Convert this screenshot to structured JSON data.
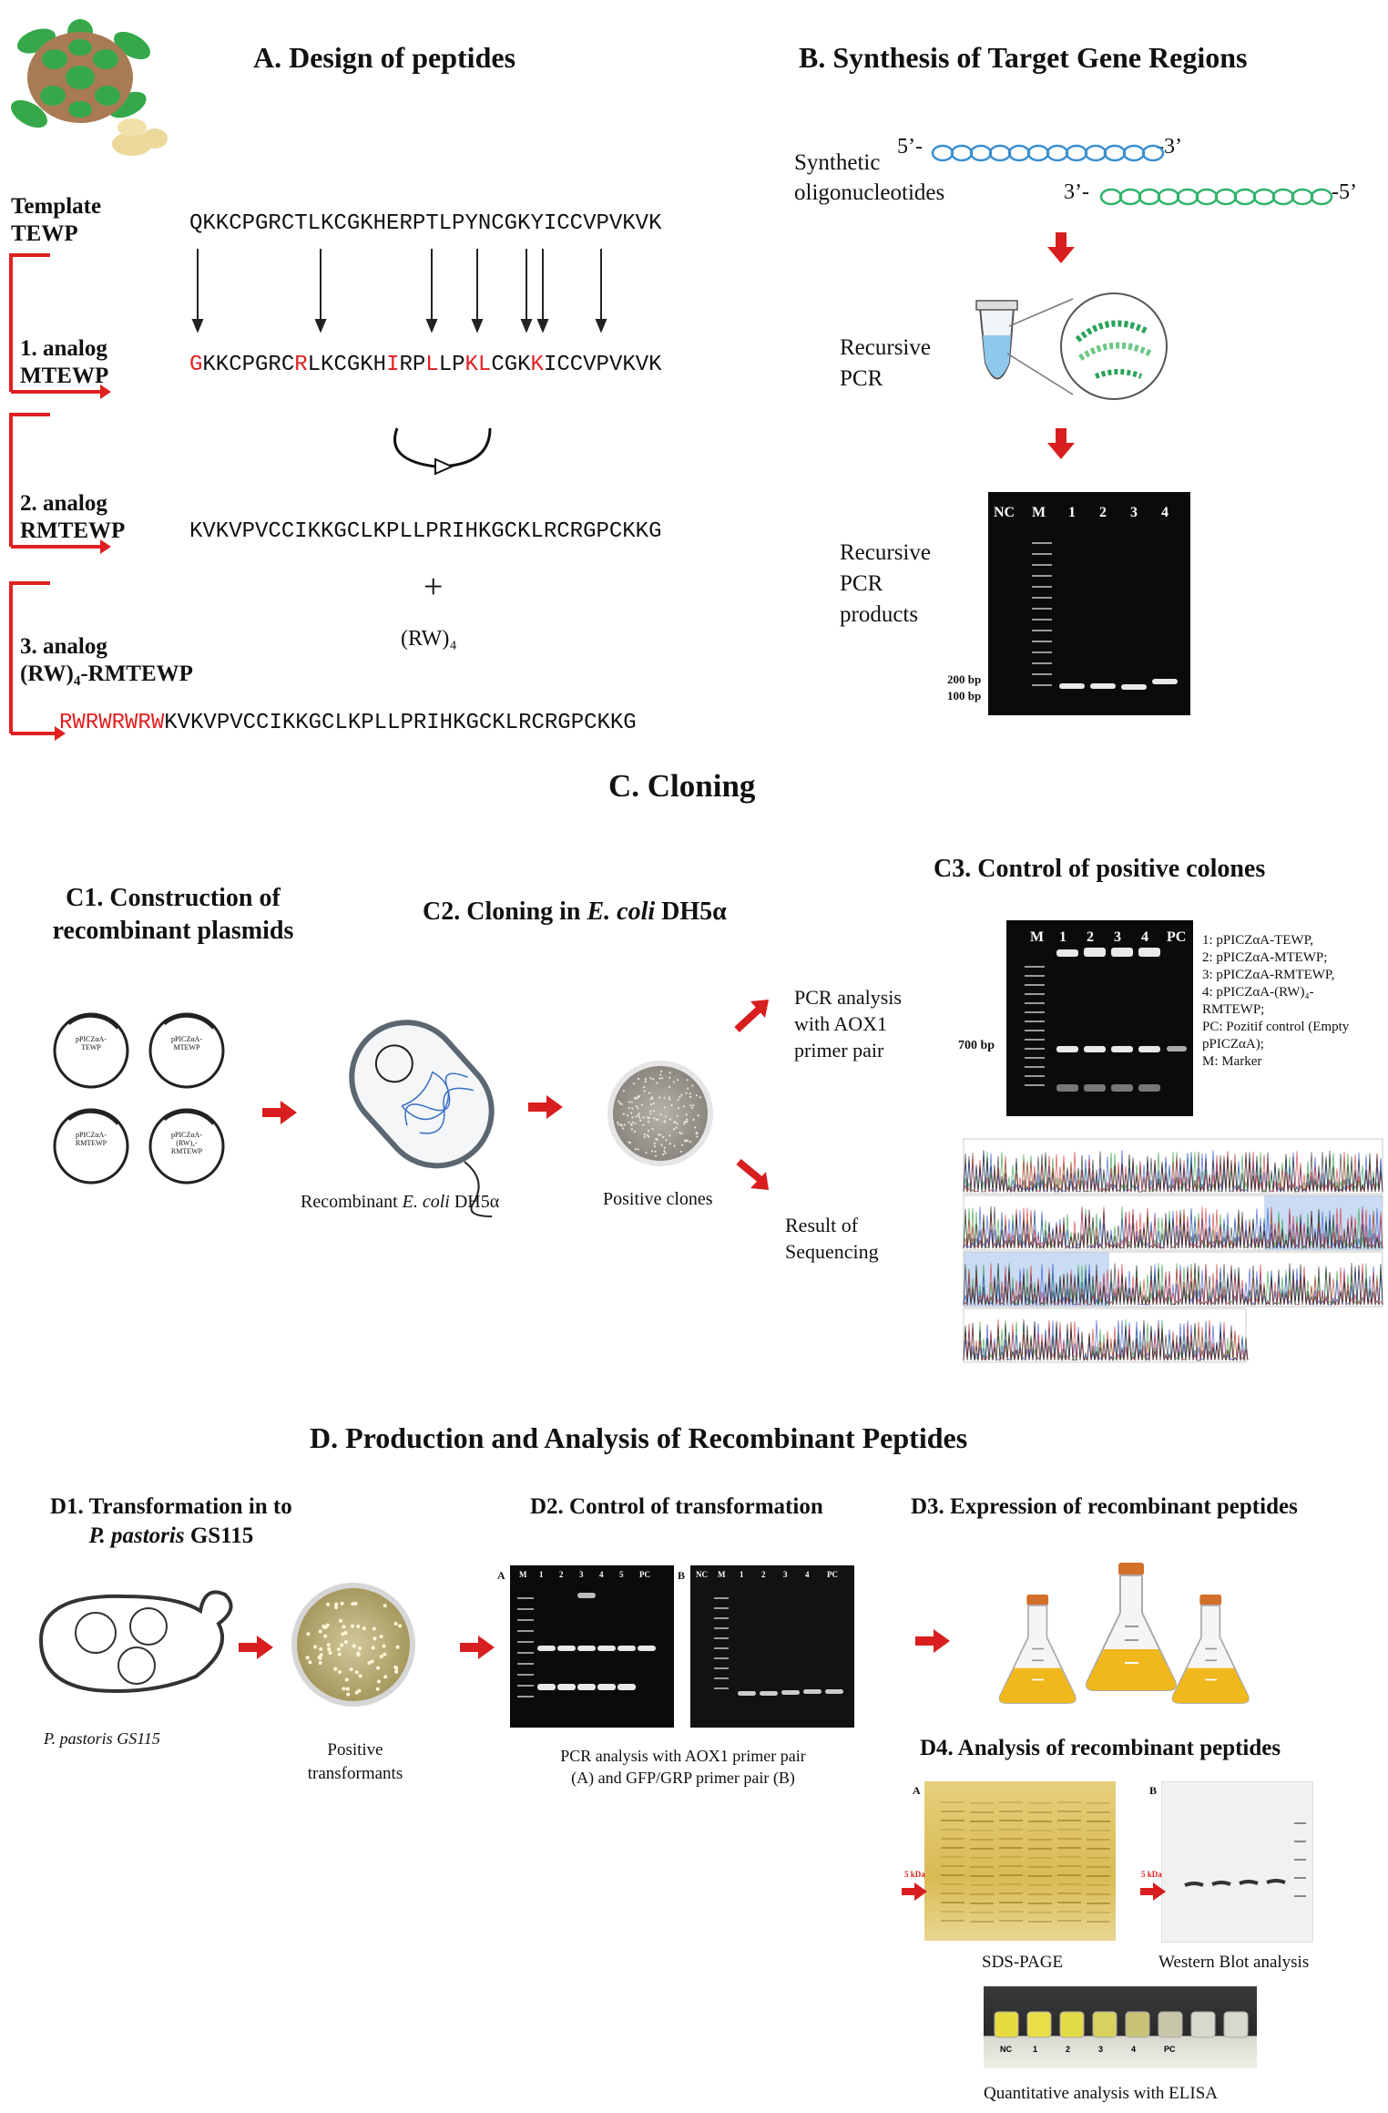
{
  "section_a": {
    "title": "A. Design of peptides",
    "rows": [
      {
        "label": "Template\nTEWP",
        "segments": [
          {
            "t": "QKKCPGRCTLKCGKHERPTLPYNCGKYICCVPVKVK",
            "r": false
          }
        ]
      },
      {
        "label": "1. analog\nMTEWP",
        "segments": [
          {
            "t": "G",
            "r": true
          },
          {
            "t": "KKCPGRC",
            "r": false
          },
          {
            "t": "R",
            "r": true
          },
          {
            "t": "LKCGKH",
            "r": false
          },
          {
            "t": "I",
            "r": true
          },
          {
            "t": "RP",
            "r": false
          },
          {
            "t": "L",
            "r": true
          },
          {
            "t": "LP",
            "r": false
          },
          {
            "t": "KL",
            "r": true
          },
          {
            "t": "CGK",
            "r": false
          },
          {
            "t": "K",
            "r": true
          },
          {
            "t": "ICCVPVKVK",
            "r": false
          }
        ]
      },
      {
        "label": "2. analog\nRMTEWP",
        "segments": [
          {
            "t": "KVKVPVCCIKKGCLKPLLPRIHKGCKLRCRGPCKKG",
            "r": false
          }
        ]
      },
      {
        "label": "3. analog\n(RW)₄-RMTEWP",
        "segments": [
          {
            "t": "RWRWRWRW",
            "r": true
          },
          {
            "t": "KVKVPVCCIKKGCLKPLLPRIHKGCKLRCRGPCKKG",
            "r": false
          }
        ]
      }
    ],
    "plus": "+",
    "rw4": "(RW)₄"
  },
  "section_b": {
    "title": "B. Synthesis of Target Gene Regions",
    "synthetic_oligos": "Synthetic\noligonucleotides",
    "strand_top_left": "5’-",
    "strand_top_right": "-3’",
    "strand_bottom_left": "3’-",
    "strand_bottom_right": "-5’",
    "recursive_pcr": "Recursive\nPCR",
    "recursive_products": "Recursive\nPCR\nproducts",
    "gel_lanes": [
      "NC",
      "M",
      "1",
      "2",
      "3",
      "4"
    ],
    "bp200": "200 bp",
    "bp100": "100 bp"
  },
  "section_c": {
    "title": "C. Cloning",
    "c1_title": "C1. Construction of\nrecombinant plasmids",
    "c2_title_pre": "C2. Cloning in ",
    "c2_title_italic": "E. coli",
    "c2_title_post": " DH5α",
    "c3_title": "C3. Control of positive colones",
    "plasmids": [
      "pPICZαA-\nTEWP",
      "pPICZαA-\nMTEWP",
      "pPICZαA-\nRMTEWP",
      "pPICZαA-\n(RW)₄-\nRMTEWP"
    ],
    "ecoli_caption_pre": "Recombinant ",
    "ecoli_caption_italic": "E. coli",
    "ecoli_caption_post": " DH5α",
    "positive_clones": "Positive clones",
    "pcr_analysis": "PCR analysis\nwith AOX1\nprimer pair",
    "result_seq": "Result of\nSequencing",
    "gel_lanes": [
      "M",
      "1",
      "2",
      "3",
      "4",
      "PC"
    ],
    "bp700": "700 bp",
    "legend": [
      "1: pPICZαA-TEWP,",
      "2: pPICZαA-MTEWP;",
      "3: pPICZαA-RMTEWP,",
      "4: pPICZαA-(RW)₄-",
      "RMTEWP;",
      "PC: Pozitif control (Empty",
      "pPICZαA);",
      "M: Marker"
    ]
  },
  "section_d": {
    "title": "D. Production and Analysis of Recombinant Peptides",
    "d1_title_line1": "D1. Transformation in to",
    "d1_title_italic": "P. pastoris",
    "d1_title_post": " GS115",
    "d2_title": "D2. Control of transformation",
    "d3_title": "D3. Expression of recombinant peptides",
    "d4_title": "D4. Analysis of recombinant peptides",
    "pastoris_caption": "P. pastoris GS115",
    "positive_transformants": "Positive\ntransformants",
    "pcr_caption": "PCR analysis with AOX1 primer pair\n(A) and GFP/GRP primer pair (B)",
    "gel_a_label": "A",
    "gel_b_label": "B",
    "gel_a_lanes": [
      "M",
      "1",
      "2",
      "3",
      "4",
      "5",
      "PC"
    ],
    "gel_b_lanes": [
      "NC",
      "M",
      "1",
      "2",
      "3",
      "4",
      "PC"
    ],
    "sds_page": "SDS-PAGE",
    "western": "Western Blot analysis",
    "elisa": "Quantitative analysis with ELISA",
    "elisa_labels": [
      "NC",
      "1",
      "2",
      "3",
      "4",
      "PC"
    ],
    "kda": "5 kDa"
  },
  "colors": {
    "red": "#e02020",
    "blue": "#3a8fd0",
    "green": "#2fb36a",
    "flask": "#f0b81c"
  }
}
